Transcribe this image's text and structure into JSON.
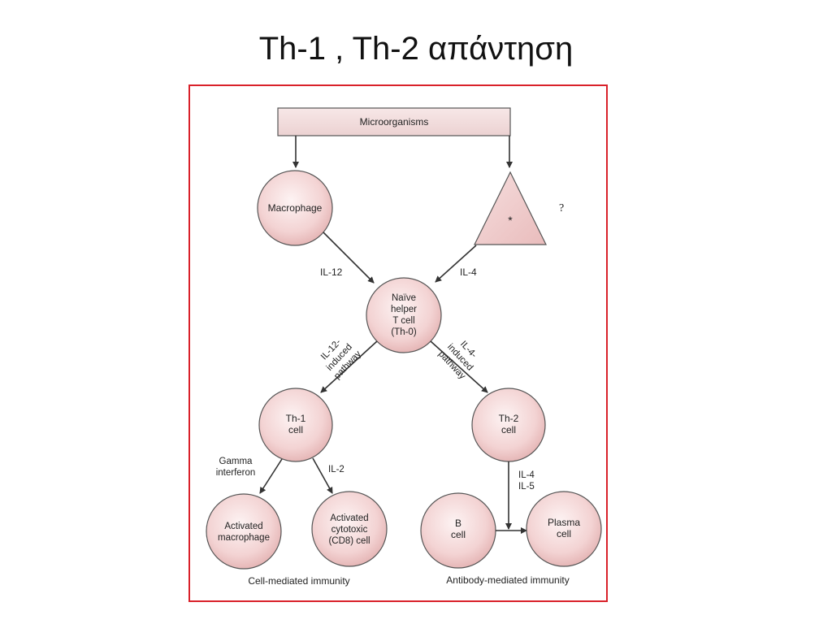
{
  "slide": {
    "title": "Th-1 , Th-2 απάντηση"
  },
  "diagram": {
    "microorganisms": "Microorganisms",
    "macrophage": "Macrophage",
    "antigen_cell_marker": "*",
    "question_mark": "?",
    "il12": "IL-12",
    "il4": "IL-4",
    "naive_cell": [
      "Naïve",
      "helper",
      "T cell",
      "(Th-0)"
    ],
    "il12_pathway": [
      "IL-12-",
      "induced",
      "pathway"
    ],
    "il4_pathway": [
      "IL-4-",
      "induced",
      "pathway"
    ],
    "th1_cell": [
      "Th-1",
      "cell"
    ],
    "th2_cell": [
      "Th-2",
      "cell"
    ],
    "gamma_interferon": [
      "Gamma",
      "interferon"
    ],
    "il2": "IL-2",
    "il4_il5": [
      "IL-4",
      "IL-5"
    ],
    "activated_macrophage": [
      "Activated",
      "macrophage"
    ],
    "activated_cytotoxic": [
      "Activated",
      "cytotoxic",
      "(CD8) cell"
    ],
    "b_cell": [
      "B",
      "cell"
    ],
    "plasma_cell": [
      "Plasma",
      "cell"
    ],
    "cell_mediated_immunity": "Cell-mediated immunity",
    "antibody_mediated_immunity": "Antibody-mediated immunity"
  },
  "colors": {
    "frame_border": "#d9212a",
    "cell_fill": "#f3d3d3",
    "cell_stroke": "#555555"
  }
}
